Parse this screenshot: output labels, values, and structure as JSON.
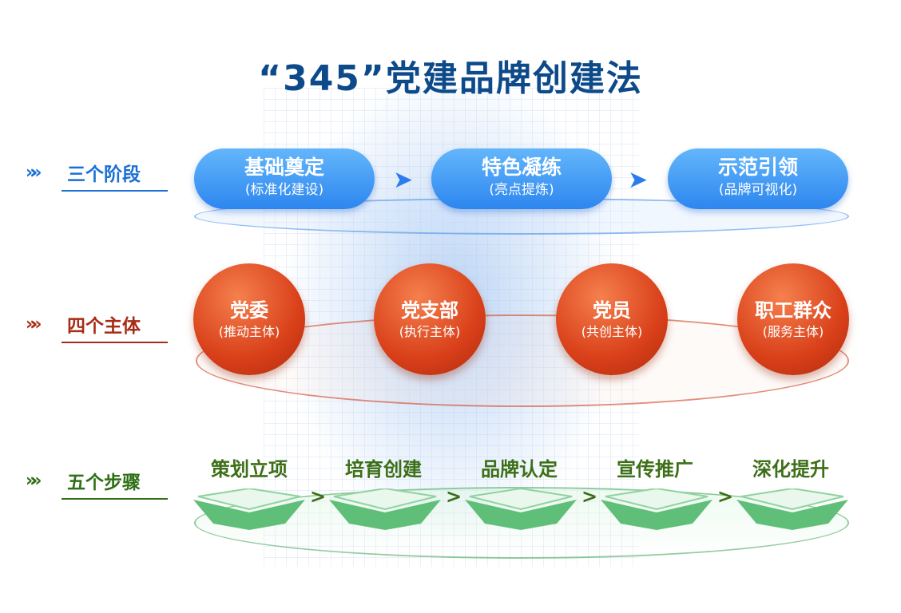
{
  "title": "“345”党建品牌创建法",
  "rows": [
    {
      "label": "三个阶段",
      "chevron": "»»",
      "color": "#1a6fd6"
    },
    {
      "label": "四个主体",
      "chevron": "»»",
      "color": "#a72c16"
    },
    {
      "label": "五个步骤",
      "chevron": "»»",
      "color": "#2f6f16"
    }
  ],
  "stages": [
    {
      "main": "基础奠定",
      "sub": "(标准化建设)"
    },
    {
      "main": "特色凝练",
      "sub": "(亮点提炼)"
    },
    {
      "main": "示范引领",
      "sub": "(品牌可视化)"
    }
  ],
  "subjects": [
    {
      "main": "党委",
      "sub": "(推动主体)"
    },
    {
      "main": "党支部",
      "sub": "(执行主体)"
    },
    {
      "main": "党员",
      "sub": "(共创主体)"
    },
    {
      "main": "职工群众",
      "sub": "(服务主体)"
    }
  ],
  "steps": [
    "策划立项",
    "培育创建",
    "品牌认定",
    "宣传推广",
    "深化提升"
  ],
  "arrow_glyph": "➤",
  "step_arrow": ">"
}
